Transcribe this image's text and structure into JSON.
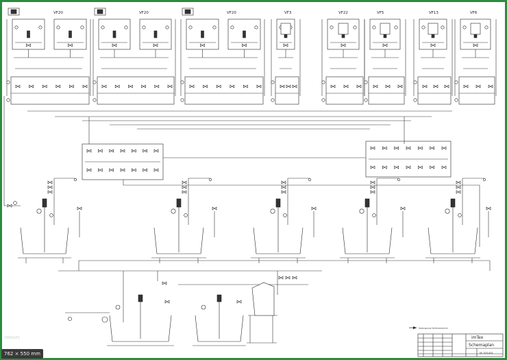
{
  "diagram": {
    "units": [
      "VF20",
      "VF20",
      "VF20",
      "VF3",
      "VF22",
      "VF5",
      "VF13",
      "VF6"
    ],
    "watermark": "VIMAGES",
    "size_badge": "762 × 550 mm",
    "legend_caption": "Systemgrenze Verfahrenstechnik",
    "title_block": {
      "company": "imTex",
      "drawing_name": "Schemaplan",
      "drawing_number": "VF-325-001"
    }
  }
}
